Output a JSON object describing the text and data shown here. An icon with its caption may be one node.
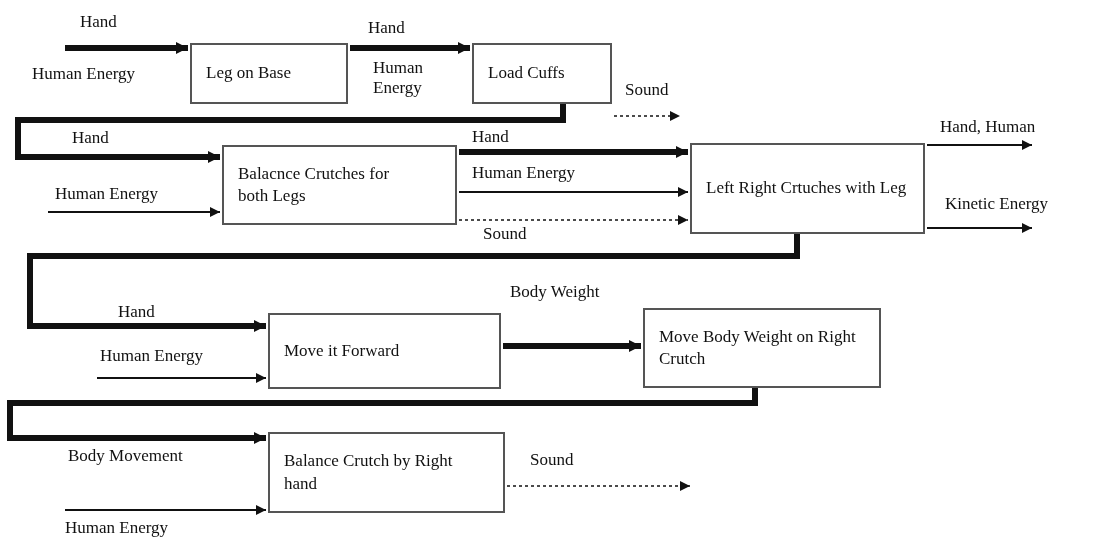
{
  "diagram": {
    "nodes": [
      {
        "text": [
          "Leg on Base"
        ]
      },
      {
        "text": [
          "Load Cuffs"
        ]
      },
      {
        "text": [
          "Balacnce Crutches for both Legs"
        ]
      },
      {
        "text": [
          "Left Right Crtuches with Leg"
        ]
      },
      {
        "text": [
          "Move it Forward"
        ]
      },
      {
        "text": [
          "Move Body Weight on Right Crutch"
        ]
      },
      {
        "text": [
          "Balance Crutch by Right hand"
        ]
      }
    ],
    "edges": [
      {
        "from": null,
        "to": 0,
        "arrow": "to",
        "label": "Hand",
        "style": "thick"
      },
      {
        "from": 0,
        "to": 1,
        "arrow": "to",
        "label": "Hand",
        "style": "thick"
      },
      {
        "from": 1,
        "to": null,
        "arrow": "to",
        "label": "Sound",
        "style": "dashed"
      },
      {
        "from": 1,
        "to": 2,
        "arrow": "to",
        "label": "Hand",
        "style": "thick"
      },
      {
        "from": null,
        "to": 2,
        "arrow": "to",
        "label": "Human Energy"
      },
      {
        "from": 2,
        "to": 3,
        "arrow": "to",
        "label": "Hand",
        "style": "thick"
      },
      {
        "from": 2,
        "to": 3,
        "arrow": "to",
        "label": "Human Energy"
      },
      {
        "from": 2,
        "to": 3,
        "arrow": "to",
        "label": "Sound",
        "style": "dashed"
      },
      {
        "from": 3,
        "to": null,
        "arrow": "to",
        "label": "Hand, Human"
      },
      {
        "from": 3,
        "to": null,
        "arrow": "to",
        "label": "Kinetic Energy"
      },
      {
        "from": 3,
        "to": 4,
        "arrow": "to",
        "label": "Hand",
        "style": "thick"
      },
      {
        "from": null,
        "to": 4,
        "arrow": "to",
        "label": "Human Energy"
      },
      {
        "from": 4,
        "to": 5,
        "arrow": "to",
        "label": "Body Weight",
        "style": "thick"
      },
      {
        "from": 5,
        "to": 6,
        "arrow": "to",
        "label": "Body Movement",
        "style": "thick"
      },
      {
        "from": null,
        "to": 6,
        "arrow": "to",
        "label": "Human Energy"
      },
      {
        "from": 6,
        "to": null,
        "arrow": "to",
        "label": "Sound",
        "style": "dashed"
      }
    ],
    "labels": [
      "Human Energy",
      "Human Energy"
    ]
  }
}
